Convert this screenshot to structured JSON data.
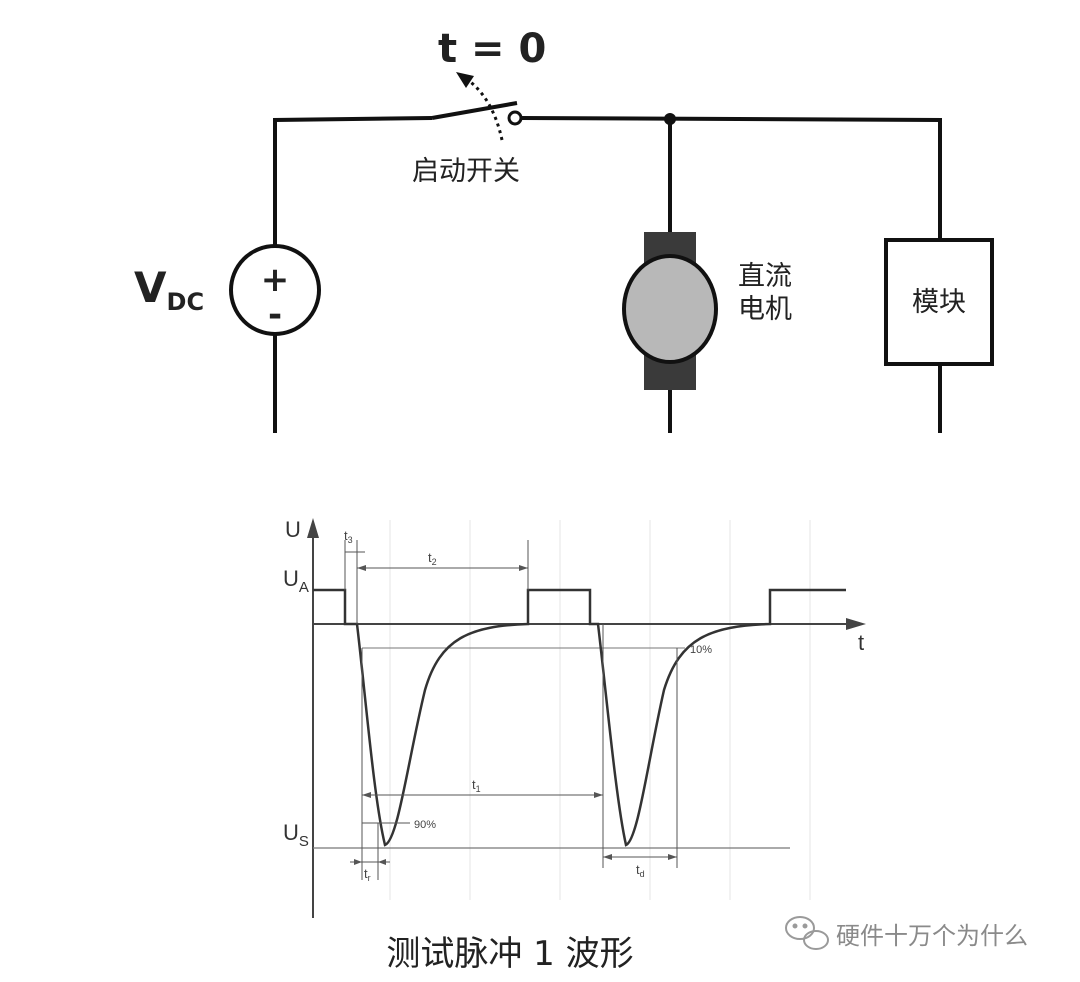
{
  "circuit": {
    "switch_time_label": "t = 0",
    "switch_label": "启动开关",
    "source_label_main": "V",
    "source_label_sub": "DC",
    "source_plus": "+",
    "source_minus": "-",
    "motor_label_line1": "直流",
    "motor_label_line2": "电机",
    "module_label": "模块"
  },
  "waveform": {
    "y_axis_label": "U",
    "x_axis_label": "t",
    "ua_main": "U",
    "ua_sub": "A",
    "us_main": "U",
    "us_sub": "S",
    "t3_main": "t",
    "t3_sub": "3",
    "t2_main": "t",
    "t2_sub": "2",
    "t1_main": "t",
    "t1_sub": "1",
    "tr_main": "t",
    "tr_sub": "r",
    "td_main": "t",
    "td_sub": "d",
    "pct10": "10%",
    "pct90": "90%",
    "caption": "测试脉冲 1 波形"
  },
  "watermark": {
    "text": "硬件十万个为什么",
    "icon": "wechat-icon"
  }
}
